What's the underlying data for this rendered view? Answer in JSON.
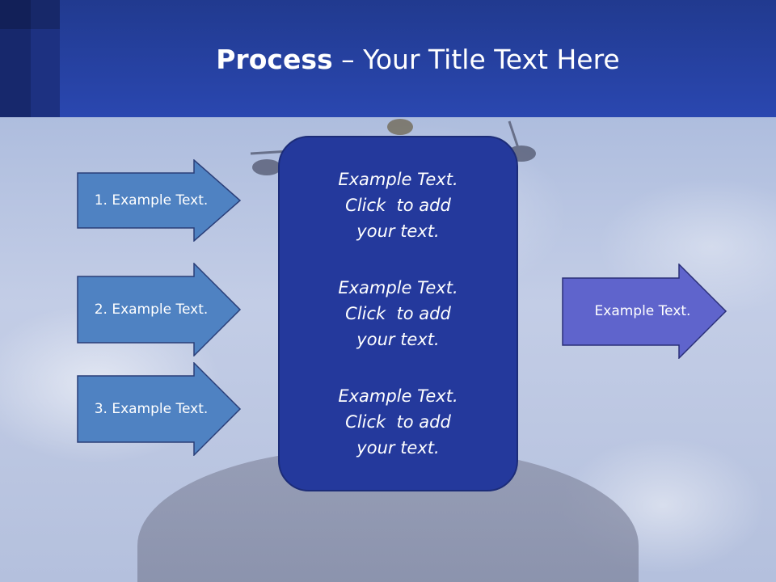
{
  "slide": {
    "title_bold": "Process",
    "title_rest": " – Your Title Text Here"
  },
  "left_arrows": [
    {
      "label": "1. Example Text."
    },
    {
      "label": "2. Example Text."
    },
    {
      "label": "3. Example Text."
    }
  ],
  "center_box": {
    "blocks": [
      {
        "line1": "Example Text.",
        "line2": "Click  to add",
        "line3": "your text."
      },
      {
        "line1": "Example Text.",
        "line2": "Click  to add",
        "line3": "your text."
      },
      {
        "line1": "Example Text.",
        "line2": "Click  to add",
        "line3": "your text."
      }
    ]
  },
  "right_arrow": {
    "label": "Example Text."
  },
  "colors": {
    "header": "#2a47b0",
    "left_arrow_fill": "#4f82c2",
    "center_box_fill": "#24399c",
    "right_arrow_fill": "#5f64cc"
  }
}
